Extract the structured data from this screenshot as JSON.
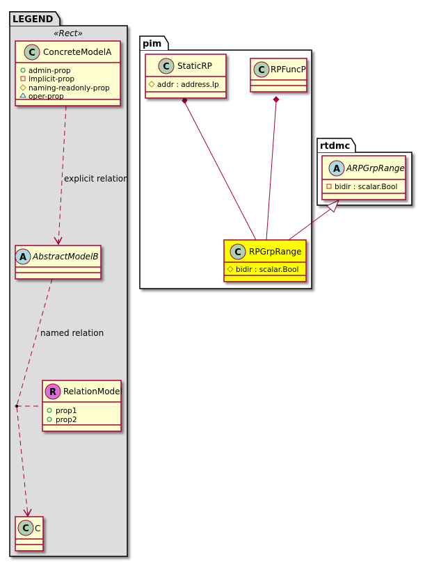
{
  "colors": {
    "class_fill": "#FEFECE",
    "class_border": "#A80036",
    "highlight_fill": "#FFFF00",
    "legend_fill": "#DDDDDD",
    "class_circle": "#ADD1B2",
    "abstract_circle": "#A9DCDF",
    "relation_circle": "#DA70D6",
    "edge": "#A80036"
  },
  "packages": {
    "legend": {
      "title": "LEGEND",
      "stereotype": "«Rect»"
    },
    "pim": {
      "title": "pim"
    },
    "rtdmc": {
      "title": "rtdmc"
    }
  },
  "classes": {
    "concrete_model_a": {
      "kind": "C",
      "name": "ConcreteModelA",
      "attributes": [
        {
          "visibility": "public",
          "text": "admin-prop"
        },
        {
          "visibility": "private",
          "text": "implicit-prop"
        },
        {
          "visibility": "protected",
          "text": "naming-readonly-prop"
        },
        {
          "visibility": "package",
          "text": "oper-prop"
        }
      ]
    },
    "abstract_model_b": {
      "kind": "A",
      "name": "AbstractModelB",
      "attributes": []
    },
    "relation_model": {
      "kind": "R",
      "name": "RelationModel",
      "attributes": [
        {
          "visibility": "public",
          "text": "prop1"
        },
        {
          "visibility": "public",
          "text": "prop2"
        }
      ]
    },
    "c": {
      "kind": "C",
      "name": "C",
      "attributes": []
    },
    "static_rp": {
      "kind": "C",
      "name": "StaticRP",
      "attributes": [
        {
          "visibility": "protected",
          "text": "addr : address.Ip"
        }
      ]
    },
    "rp_func_p": {
      "kind": "C",
      "name": "RPFuncP",
      "attributes": []
    },
    "rp_grp_range": {
      "kind": "C",
      "name": "RPGrpRange",
      "highlighted": true,
      "attributes": [
        {
          "visibility": "protected",
          "text": "bidir : scalar.Bool"
        }
      ]
    },
    "arp_grp_range": {
      "kind": "A",
      "name": "ARPGrpRange",
      "attributes": [
        {
          "visibility": "private",
          "text": "bidir : scalar.Bool"
        }
      ]
    }
  },
  "relations": {
    "explicit": {
      "label": "explicit relation",
      "from": "ConcreteModelA",
      "to": "AbstractModelB",
      "type": "dependency"
    },
    "named": {
      "label": "named relation",
      "from": "AbstractModelB",
      "to": "C",
      "type": "dependency",
      "association_class": "RelationModel"
    },
    "static_comp": {
      "from": "StaticRP",
      "to": "RPGrpRange",
      "type": "composition"
    },
    "func_comp": {
      "from": "RPFuncP",
      "to": "RPGrpRange",
      "type": "composition"
    },
    "inherit": {
      "from": "RPGrpRange",
      "to": "ARPGrpRange",
      "type": "generalization"
    }
  }
}
